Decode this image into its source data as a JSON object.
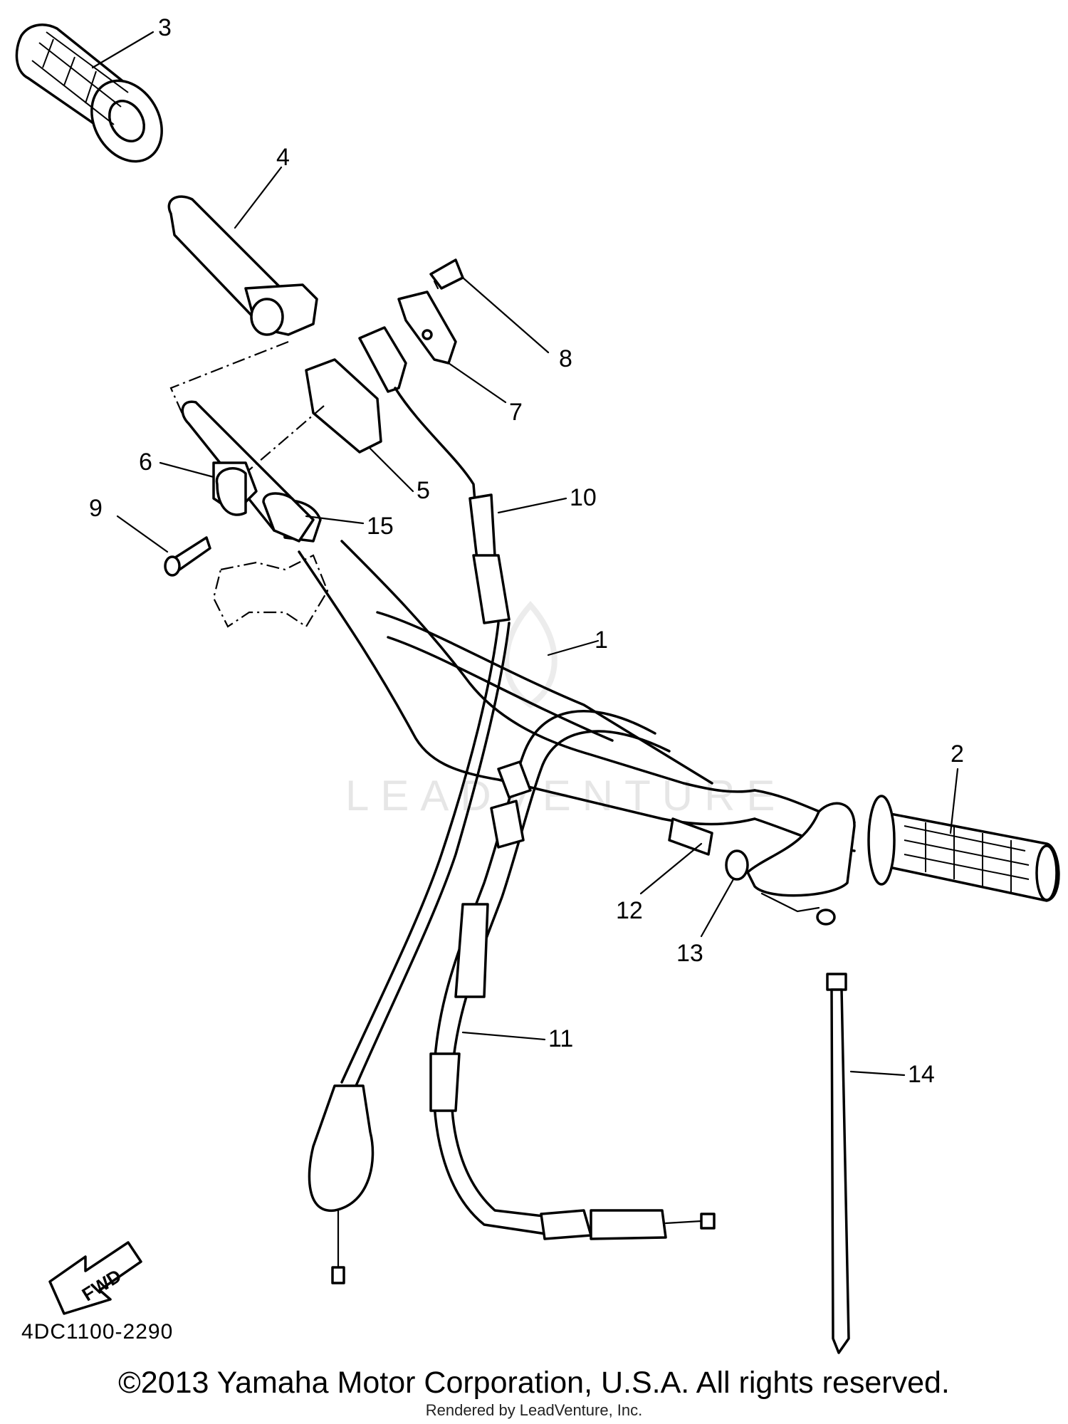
{
  "diagram": {
    "callouts": [
      "1",
      "2",
      "3",
      "4",
      "5",
      "6",
      "7",
      "8",
      "9",
      "10",
      "11",
      "12",
      "13",
      "14",
      "15"
    ],
    "watermark": "LEADVENTURE",
    "direction_arrow": "FWD",
    "drawing_code": "4DC1100-2290"
  },
  "footer": {
    "copyright": "©2013 Yamaha Motor Corporation, U.S.A. All rights reserved.",
    "rendered_by": "Rendered by LeadVenture, Inc."
  }
}
